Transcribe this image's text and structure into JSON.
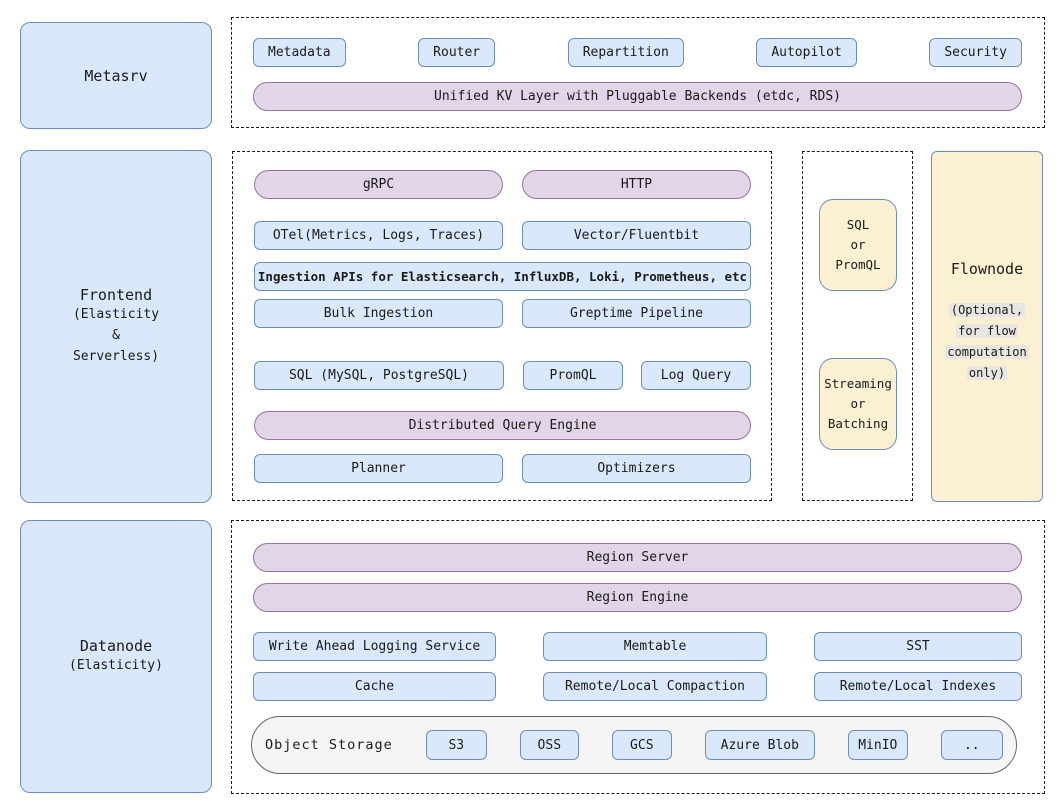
{
  "colors": {
    "blue_fill": "#dae8fc",
    "blue_stroke": "#6c8ebf",
    "purple_fill": "#e1d5e7",
    "purple_stroke": "#9673a6",
    "cream_fill": "#fbf0d2",
    "gray_fill": "#f5f5f5",
    "gray_stroke": "#666666"
  },
  "metasrv": {
    "title": "Metasrv",
    "components": [
      "Metadata",
      "Router",
      "Repartition",
      "Autopilot",
      "Security"
    ],
    "kv_layer": "Unified KV Layer with Pluggable Backends (etdc, RDS)"
  },
  "frontend": {
    "title": "Frontend",
    "subtitle_lines": [
      "(Elasticity",
      "&",
      "Serverless)"
    ],
    "grpc": "gRPC",
    "http": "HTTP",
    "otel": "OTel(Metrics, Logs, Traces)",
    "vector": "Vector/Fluentbit",
    "ingestion_apis": "Ingestion APIs for Elasticsearch, InfluxDB, Loki, Prometheus, etc",
    "bulk_ingestion": "Bulk Ingestion",
    "greptime_pipeline": "Greptime Pipeline",
    "sql": "SQL (MySQL, PostgreSQL)",
    "promql": "PromQL",
    "log_query": "Log Query",
    "query_engine": "Distributed Query Engine",
    "planner": "Planner",
    "optimizers": "Optimizers"
  },
  "flow": {
    "sql_or_promql_lines": [
      "SQL",
      "or",
      "PromQL"
    ],
    "streaming_lines": [
      "Streaming",
      "or",
      "Batching"
    ],
    "flownode_title": "Flownode",
    "flownode_note_lines": [
      "(Optional,",
      "for flow",
      "computation",
      "only)"
    ]
  },
  "datanode": {
    "title": "Datanode",
    "subtitle": "(Elasticity)",
    "region_server": "Region Server",
    "region_engine": "Region Engine",
    "wal": "Write Ahead Logging Service",
    "memtable": "Memtable",
    "sst": "SST",
    "cache": "Cache",
    "compaction": "Remote/Local Compaction",
    "indexes": "Remote/Local Indexes",
    "object_storage_label": "Object Storage",
    "object_stores": [
      "S3",
      "OSS",
      "GCS",
      "Azure Blob",
      "MinIO",
      ".."
    ]
  }
}
